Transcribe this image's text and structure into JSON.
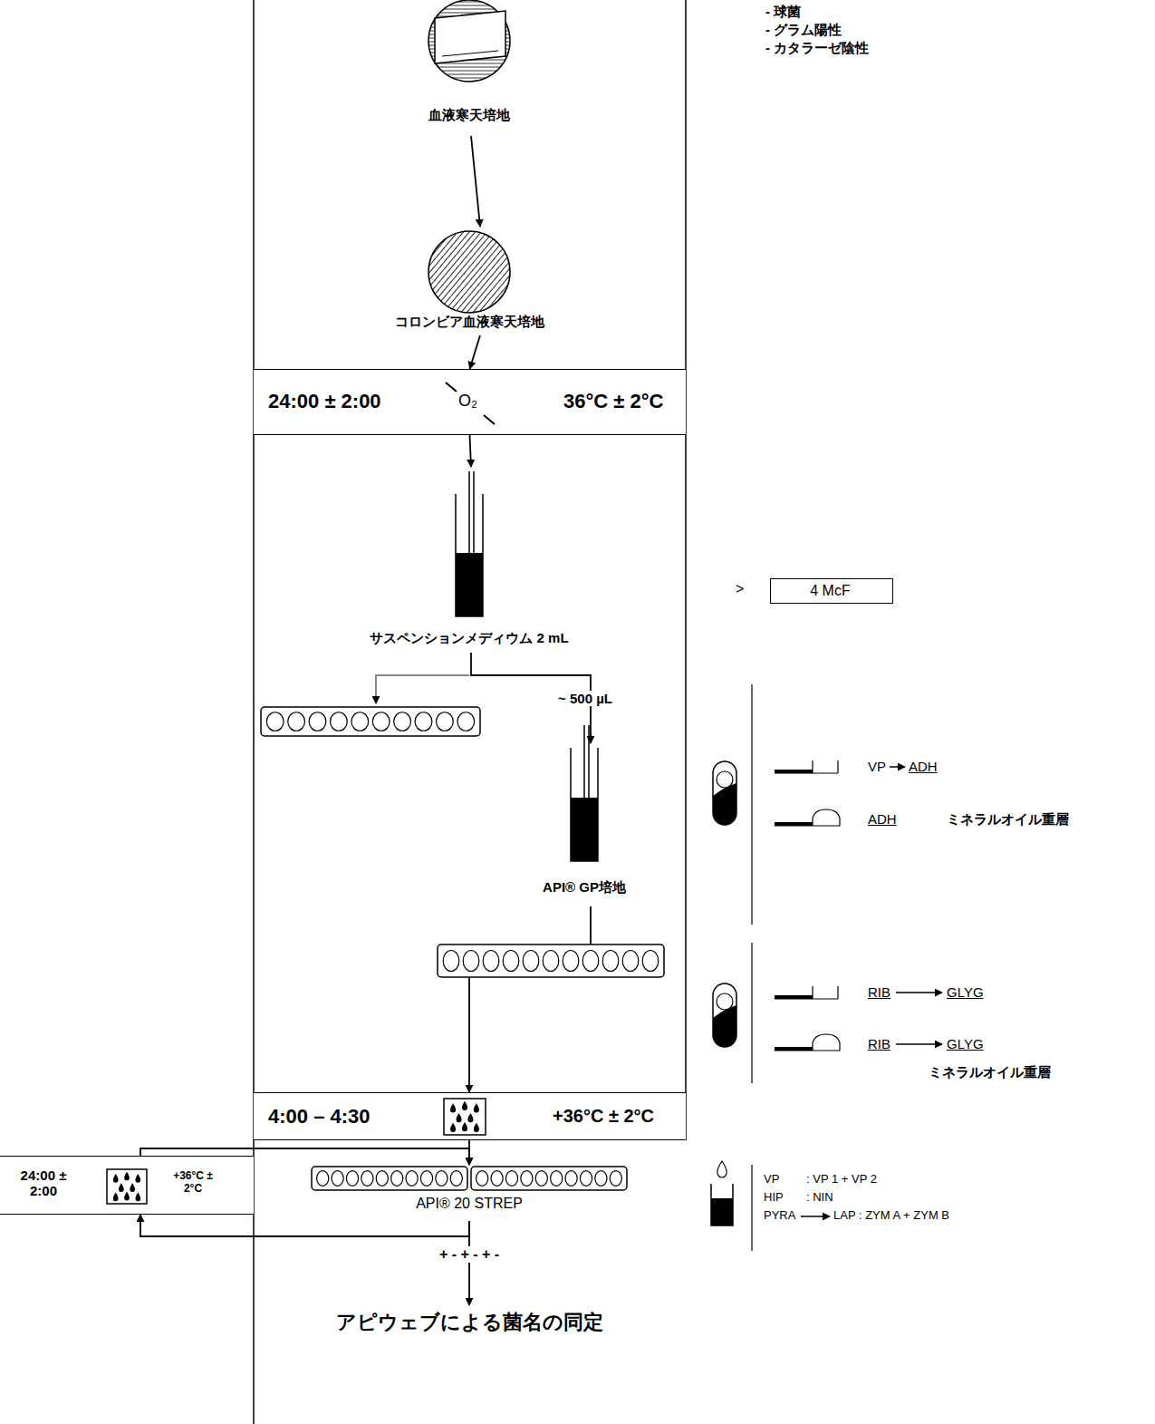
{
  "diagram": {
    "nodes": [
      {
        "text": [
          "血液寒天培地"
        ]
      },
      {
        "text": [
          "コロンビア血液寒天培地"
        ]
      },
      {
        "text": [
          "24:00 ± 2:00",
          "O₂",
          "36°C ± 2°C"
        ]
      },
      {
        "text": [
          "サスペンションメディウム 2 mL"
        ]
      },
      {
        "text": [
          "4 McF"
        ]
      },
      {
        "text": [
          "API® GP培地"
        ]
      },
      {
        "text": [
          "4:00 – 4:30",
          "+36°C ± 2°C"
        ]
      },
      {
        "text": [
          "24:00 ± 2:00",
          "+36°C ± 2°C"
        ]
      },
      {
        "text": [
          "API® 20 STREP"
        ]
      },
      {
        "text": [
          "アピウェブによる菌名の同定"
        ]
      }
    ],
    "edges": [
      {
        "from": 0,
        "to": 1,
        "arrow": "to"
      },
      {
        "from": 1,
        "to": 2,
        "arrow": "to"
      },
      {
        "from": 2,
        "to": 3,
        "arrow": "to"
      },
      {
        "from": 3,
        "to": 5,
        "label": "~ 500 µL",
        "arrow": "to"
      },
      {
        "from": 5,
        "to": 6,
        "arrow": "to"
      },
      {
        "from": 6,
        "to": 8,
        "arrow": "to"
      },
      {
        "from": 7,
        "to": 8,
        "arrow": "to"
      },
      {
        "from": 8,
        "to": 7,
        "arrow": "to"
      },
      {
        "from": 8,
        "to": 9,
        "arrow": "to"
      }
    ],
    "labels": [
      "- 球菌",
      "- グラム陽性",
      "- カタラーゼ陰性",
      ">",
      "VP",
      "ADH",
      "ADH",
      "ミネラルオイル重層",
      "RIB",
      "GLYG",
      "RIB",
      "GLYG",
      "ミネラルオイル重層",
      "VP",
      ": VP 1 + VP 2",
      "HIP",
      ": NIN",
      "PYRA",
      "LAP : ZYM A + ZYM B",
      "+ - + - + -"
    ]
  }
}
